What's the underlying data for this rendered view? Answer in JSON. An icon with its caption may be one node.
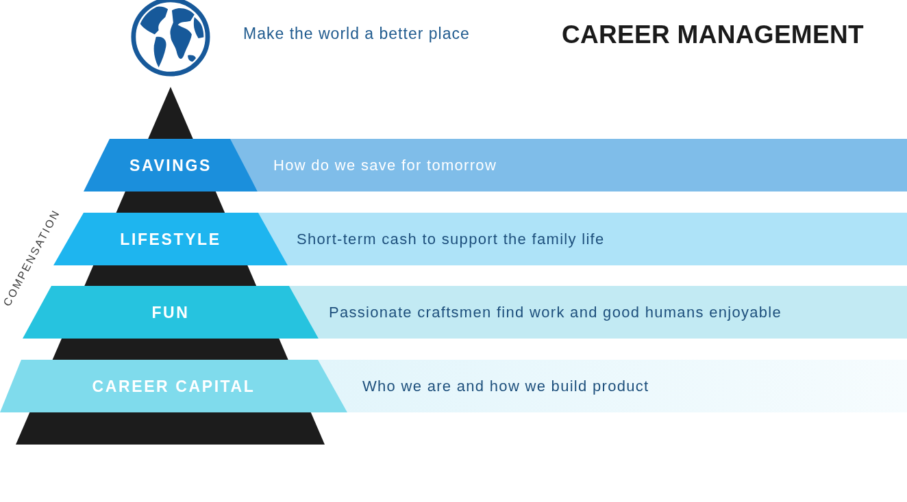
{
  "diagram": {
    "title": "CAREER MANAGEMENT",
    "nodes": [
      {
        "text": [
          "SAVINGS"
        ]
      },
      {
        "text": [
          "How do we save for tomorrow"
        ]
      },
      {
        "text": [
          "LIFESTYLE"
        ]
      },
      {
        "text": [
          "Short-term cash to support the family life"
        ]
      },
      {
        "text": [
          "FUN"
        ]
      },
      {
        "text": [
          "Passionate craftsmen find work and good humans enjoyable"
        ]
      },
      {
        "text": [
          "CAREER CAPITAL"
        ]
      },
      {
        "text": [
          "Who we are and how we build product"
        ]
      }
    ],
    "labels": [
      "Make the world a better place",
      "COMPENSATION"
    ]
  }
}
